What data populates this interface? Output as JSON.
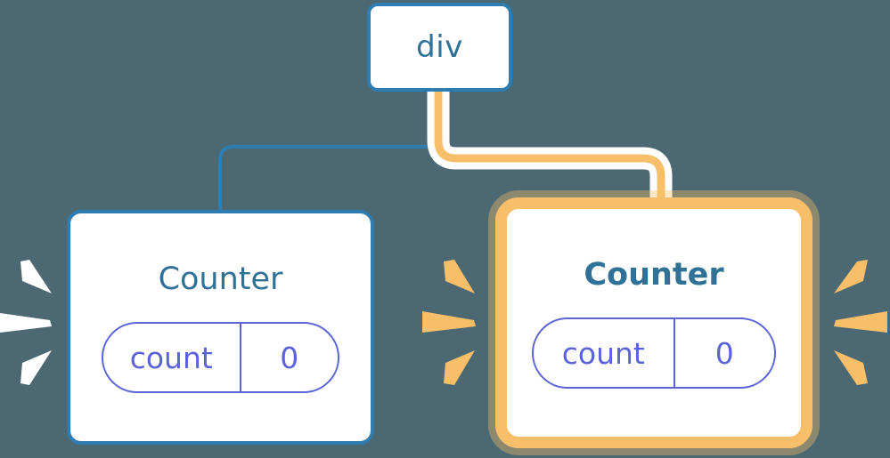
{
  "diagram": {
    "background_color": "#4c6873",
    "title": "React component tree re-render highlight",
    "colors": {
      "blue_border": "#2f7cb0",
      "blue_text": "#2f7197",
      "highlight_orange": "#f8bf6a",
      "highlight_halo": "#fbdcae",
      "state_purple": "#5c63d8",
      "white": "#ffffff",
      "ray_white": "#ffffff"
    }
  },
  "nodes": {
    "root": {
      "label": "div",
      "bold": false,
      "highlighted": false
    },
    "counter_left": {
      "label": "Counter",
      "bold": false,
      "highlighted": false,
      "state": {
        "key": "count",
        "value": "0"
      }
    },
    "counter_right": {
      "label": "Counter",
      "bold": true,
      "highlighted": true,
      "state": {
        "key": "count",
        "value": "0"
      }
    }
  },
  "edges": [
    {
      "name": "div-to-counter-left",
      "from": "root",
      "to": "counter_left",
      "color": "#2f7cb0",
      "highlighted": false
    },
    {
      "name": "div-to-counter-right",
      "from": "root",
      "to": "counter_right",
      "color": "#f8bf6a",
      "highlighted": true
    }
  ],
  "rays": [
    {
      "name": "rays-left-of-counter-left",
      "color": "#ffffff",
      "direction": "right",
      "count": 3
    },
    {
      "name": "rays-right-of-counter-left",
      "color": "#f8bf6a",
      "direction": "right",
      "count": 3
    },
    {
      "name": "rays-right-of-counter-right",
      "color": "#f8bf6a",
      "direction": "left",
      "count": 3
    }
  ]
}
